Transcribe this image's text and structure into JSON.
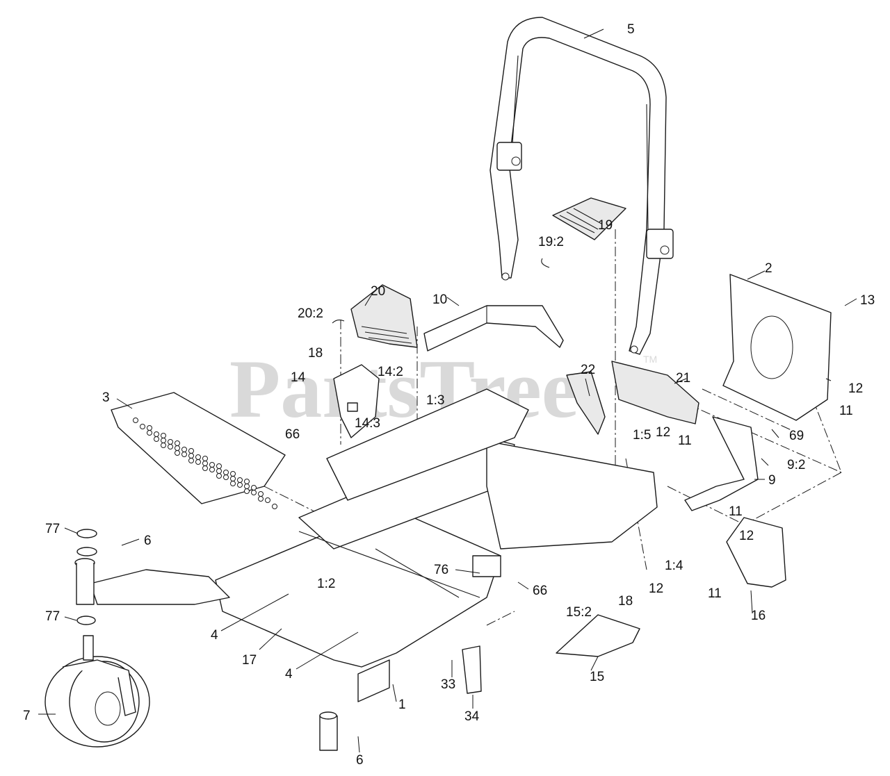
{
  "watermark": {
    "text": "PartsTree",
    "tm": "TM"
  },
  "labels": [
    {
      "id": "5",
      "text": "5"
    },
    {
      "id": "19-2",
      "text": "19:2"
    },
    {
      "id": "19",
      "text": "19"
    },
    {
      "id": "2",
      "text": "2"
    },
    {
      "id": "13",
      "text": "13"
    },
    {
      "id": "20",
      "text": "20"
    },
    {
      "id": "10",
      "text": "10"
    },
    {
      "id": "20-2",
      "text": "20:2"
    },
    {
      "id": "18a",
      "text": "18"
    },
    {
      "id": "14-2",
      "text": "14:2"
    },
    {
      "id": "14",
      "text": "14"
    },
    {
      "id": "14-3",
      "text": "14:3"
    },
    {
      "id": "3",
      "text": "3"
    },
    {
      "id": "1-3",
      "text": "1:3"
    },
    {
      "id": "22",
      "text": "22"
    },
    {
      "id": "21",
      "text": "21"
    },
    {
      "id": "12a",
      "text": "12"
    },
    {
      "id": "11a",
      "text": "11"
    },
    {
      "id": "66a",
      "text": "66"
    },
    {
      "id": "1-5",
      "text": "1:5"
    },
    {
      "id": "12b",
      "text": "12"
    },
    {
      "id": "11b",
      "text": "11"
    },
    {
      "id": "69",
      "text": "69"
    },
    {
      "id": "9-2",
      "text": "9:2"
    },
    {
      "id": "9",
      "text": "9"
    },
    {
      "id": "77a",
      "text": "77"
    },
    {
      "id": "6a",
      "text": "6"
    },
    {
      "id": "11c",
      "text": "11"
    },
    {
      "id": "12c",
      "text": "12"
    },
    {
      "id": "76",
      "text": "76"
    },
    {
      "id": "1-4",
      "text": "1:4"
    },
    {
      "id": "1-2",
      "text": "1:2"
    },
    {
      "id": "66b",
      "text": "66"
    },
    {
      "id": "12d",
      "text": "12"
    },
    {
      "id": "11d",
      "text": "11"
    },
    {
      "id": "77b",
      "text": "77"
    },
    {
      "id": "18b",
      "text": "18"
    },
    {
      "id": "15-2",
      "text": "15:2"
    },
    {
      "id": "16",
      "text": "16"
    },
    {
      "id": "4a",
      "text": "4"
    },
    {
      "id": "17",
      "text": "17"
    },
    {
      "id": "4b",
      "text": "4"
    },
    {
      "id": "15",
      "text": "15"
    },
    {
      "id": "33",
      "text": "33"
    },
    {
      "id": "7",
      "text": "7"
    },
    {
      "id": "1",
      "text": "1"
    },
    {
      "id": "34",
      "text": "34"
    },
    {
      "id": "6b",
      "text": "6"
    }
  ]
}
